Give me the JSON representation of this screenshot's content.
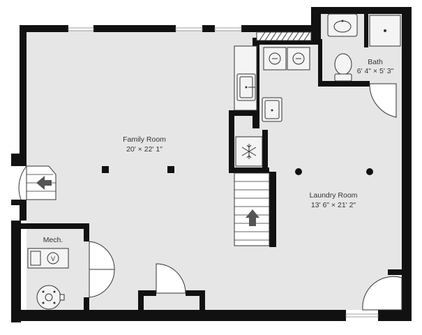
{
  "rooms": {
    "family_room": {
      "name": "Family Room",
      "size": "20' × 22' 1\""
    },
    "laundry_room": {
      "name": "Laundry Room",
      "size": "13' 6\" × 21' 2\""
    },
    "bath": {
      "name": "Bath",
      "size": "6' 4\" × 5' 3\""
    },
    "mech": {
      "name": "Mech."
    }
  },
  "colors": {
    "floor": "#e6e6e6",
    "wall": "#111111",
    "fixture": "#f4f4f4",
    "background": "#ffffff"
  },
  "icons": [
    "stair-up-arrow-icon",
    "sink-icon",
    "toilet-icon",
    "shower-icon",
    "washer-icon",
    "dryer-icon",
    "water-heater-icon",
    "furnace-icon",
    "snowflake-icon",
    "column-icon"
  ]
}
